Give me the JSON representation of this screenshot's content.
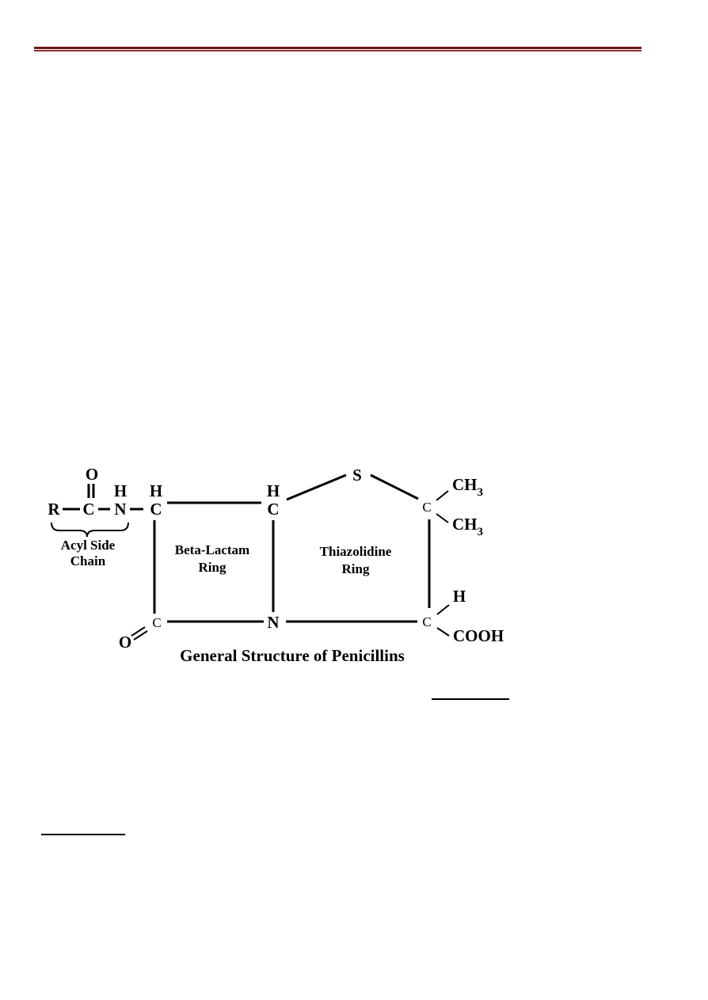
{
  "diagram": {
    "title": "General Structure of Penicillins",
    "atoms": {
      "r": "R",
      "c_acyl": "C",
      "o_top": "O",
      "h_amide": "H",
      "n_amide": "N",
      "h_c3": "H",
      "c3": "C",
      "h_c5": "H",
      "c5": "C",
      "s": "S",
      "c_dimethyl": "C",
      "ch": "CH",
      "three": "3",
      "c_carboxyl": "C",
      "h_carboxyl": "H",
      "cooh": "COOH",
      "c_carbonyl": "C",
      "o_carbonyl": "O",
      "n_ring": "N"
    },
    "labels": {
      "acyl_line1": "Acyl Side",
      "acyl_line2": "Chain",
      "beta_line1": "Beta-Lactam",
      "beta_line2": "Ring",
      "thiaz_line1": "Thiazolidine",
      "thiaz_line2": "Ring"
    }
  }
}
